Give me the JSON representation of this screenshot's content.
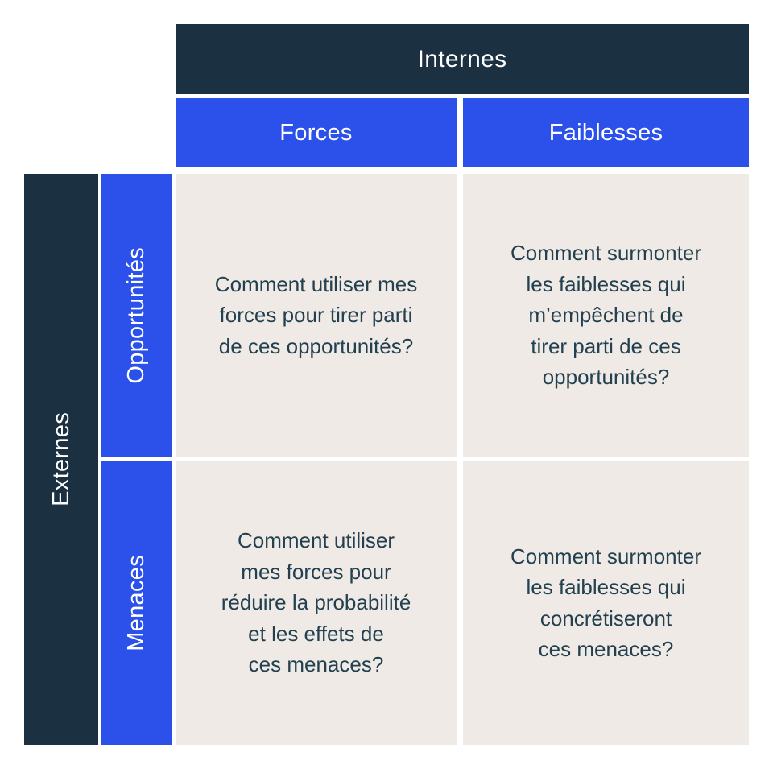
{
  "matrix": {
    "internal_header": "Internes",
    "external_header": "Externes",
    "columns": [
      {
        "label": "Forces"
      },
      {
        "label": "Faiblesses"
      }
    ],
    "rows": [
      {
        "label": "Opportunités"
      },
      {
        "label": "Menaces"
      }
    ],
    "cells": {
      "forces_opportunites": "Comment utiliser mes\nforces pour tirer parti\nde ces opportunités?",
      "faiblesses_opportunites": "Comment surmonter\nles faiblesses qui\nm’empêchent de\ntirer parti de ces\nopportunités?",
      "forces_menaces": "Comment utiliser\nmes forces pour\nréduire la probabilité\net les effets de\nces menaces?",
      "faiblesses_menaces": "Comment surmonter\nles faiblesses qui\nconcrétiseront\nces menaces?"
    }
  },
  "colors": {
    "navy": "#1b3040",
    "blue": "#2c51ea",
    "beige": "#efeae5",
    "ink": "#22404f",
    "bg": "#ffffff"
  }
}
